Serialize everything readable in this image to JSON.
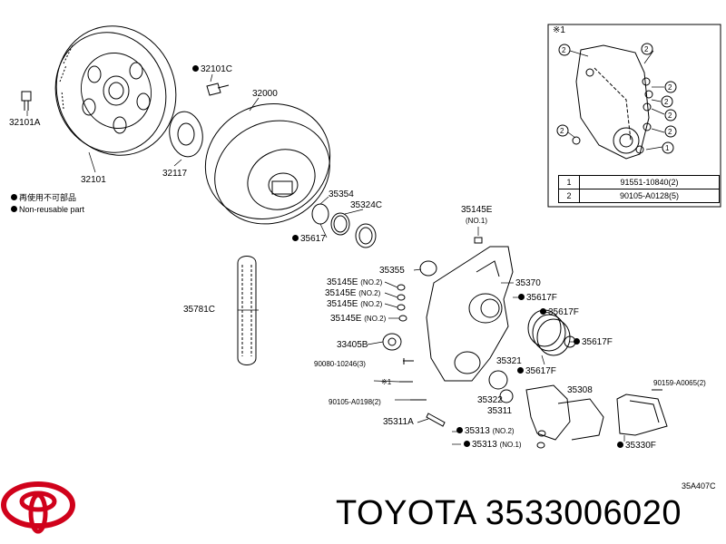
{
  "diagram": {
    "ref_code": "35A407C",
    "legend": {
      "dot_text_jp": "再使用不可部品",
      "dot_text_en": "Non-reusable part"
    },
    "inset": {
      "marker": "※1",
      "rows": [
        {
          "num": "1",
          "part": "91551-10840(2)"
        },
        {
          "num": "2",
          "part": "90105-A0128(5)"
        }
      ],
      "callouts": [
        "2",
        "2",
        "2",
        "2",
        "2",
        "2",
        "2",
        "1"
      ]
    },
    "labels": {
      "p32101A": "32101A",
      "p32101": "32101",
      "p32101C": "32101C",
      "p32117": "32117",
      "p32000": "32000",
      "p35354": "35354",
      "p35324C": "35324C",
      "p35617": "35617",
      "p35145E_top": "35145E",
      "no1_top": "(NO.1)",
      "p35781C": "35781C",
      "p35355": "35355",
      "p35370": "35370",
      "p35145E_a": "35145E",
      "p35145E_b": "35145E",
      "p35145E_c": "35145E",
      "p35145E_d": "35145E",
      "no2_a": "(NO.2)",
      "no2_b": "(NO.2)",
      "no2_c": "(NO.2)",
      "no2_d": "(NO.2)",
      "p35617F_a": "35617F",
      "p35617F_b": "35617F",
      "p35617F_c": "35617F",
      "p35617F_d": "35617F",
      "p33405B": "33405B",
      "p90080": "90080-10246(3)",
      "mark_1": "※1",
      "p90105": "90105-A0198(2)",
      "p35311A": "35311A",
      "p35321": "35321",
      "p35322": "35322",
      "p35311": "35311",
      "p35308": "35308",
      "p90159": "90159-A0065(2)",
      "p35313_a": "35313",
      "no2_e": "(NO.2)",
      "p35313_b": "35313",
      "no1_b": "(NO.1)",
      "p35330F": "35330F"
    }
  },
  "footer": {
    "brand": "TOYOTA",
    "part_number": "3533006020"
  },
  "colors": {
    "line": "#000000",
    "logo": "#d0021b"
  }
}
